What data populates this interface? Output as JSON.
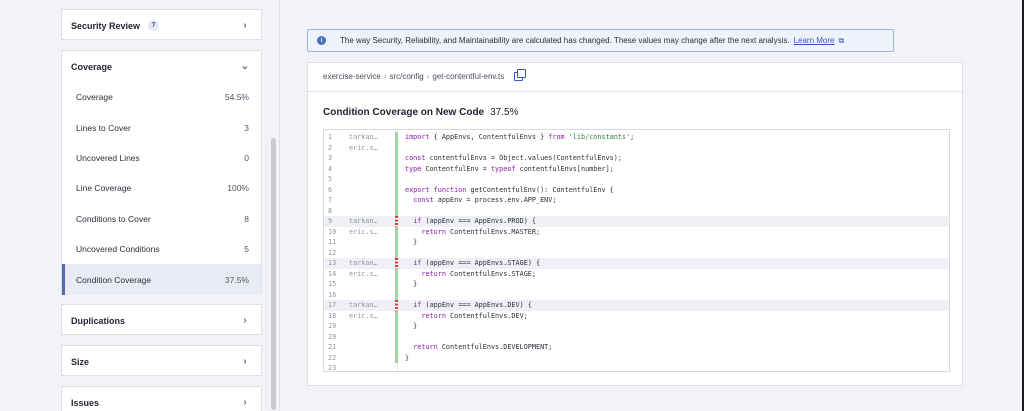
{
  "sidebar": {
    "security_review": {
      "label": "Security Review",
      "help": "?"
    },
    "coverage": {
      "label": "Coverage",
      "items": [
        {
          "label": "Coverage",
          "value": "54.5%"
        },
        {
          "label": "Lines to Cover",
          "value": "3"
        },
        {
          "label": "Uncovered Lines",
          "value": "0"
        },
        {
          "label": "Line Coverage",
          "value": "100%"
        },
        {
          "label": "Conditions to Cover",
          "value": "8"
        },
        {
          "label": "Uncovered Conditions",
          "value": "5"
        },
        {
          "label": "Condition Coverage",
          "value": "37.5%"
        }
      ]
    },
    "duplications": {
      "label": "Duplications"
    },
    "size": {
      "label": "Size"
    },
    "issues": {
      "label": "Issues"
    }
  },
  "banner": {
    "text": "The way Security, Reliability, and Maintainability are calculated has changed. These values may change after the next analysis.",
    "link": "Learn More"
  },
  "breadcrumb": [
    "exercise-service",
    "src/config",
    "get-contentful-env.ts"
  ],
  "coverage_header": {
    "title": "Condition Coverage on New Code",
    "value": "37.5%"
  },
  "code": {
    "lines": [
      {
        "n": "1",
        "author": "tarkan…",
        "text": "import { AppEnvs, ContentfulEnvs } from 'lib/constants';"
      },
      {
        "n": "2",
        "author": "eric.s…",
        "text": ""
      },
      {
        "n": "3",
        "author": "",
        "text": "const contentfulEnvs = Object.values(ContentfulEnvs);"
      },
      {
        "n": "4",
        "author": "",
        "text": "type ContentfulEnv = typeof contentfulEnvs[number];"
      },
      {
        "n": "5",
        "author": "",
        "text": ""
      },
      {
        "n": "6",
        "author": "",
        "text": "export function getContentfulEnv(): ContentfulEnv {"
      },
      {
        "n": "7",
        "author": "",
        "text": "  const appEnv = process.env.APP_ENV;"
      },
      {
        "n": "8",
        "author": "",
        "text": ""
      },
      {
        "n": "9",
        "author": "tarkan…",
        "text": "  if (appEnv === AppEnvs.PROD) {"
      },
      {
        "n": "10",
        "author": "eric.s…",
        "text": "    return ContentfulEnvs.MASTER;"
      },
      {
        "n": "11",
        "author": "",
        "text": "  }"
      },
      {
        "n": "12",
        "author": "",
        "text": ""
      },
      {
        "n": "13",
        "author": "tarkan…",
        "text": "  if (appEnv === AppEnvs.STAGE) {"
      },
      {
        "n": "14",
        "author": "eric.s…",
        "text": "    return ContentfulEnvs.STAGE;"
      },
      {
        "n": "15",
        "author": "",
        "text": "  }"
      },
      {
        "n": "16",
        "author": "",
        "text": ""
      },
      {
        "n": "17",
        "author": "tarkan…",
        "text": "  if (appEnv === AppEnvs.DEV) {"
      },
      {
        "n": "18",
        "author": "eric.s…",
        "text": "    return ContentfulEnvs.DEV;"
      },
      {
        "n": "19",
        "author": "",
        "text": "  }"
      },
      {
        "n": "20",
        "author": "",
        "text": ""
      },
      {
        "n": "21",
        "author": "",
        "text": "  return ContentfulEnvs.DEVELOPMENT;"
      },
      {
        "n": "22",
        "author": "",
        "text": "}"
      },
      {
        "n": "23",
        "author": "",
        "text": ""
      }
    ]
  },
  "colors": {
    "accent": "#5868b8",
    "covered": "#9fd6a8",
    "partial": "#d63b3b",
    "link": "#3556b6"
  }
}
